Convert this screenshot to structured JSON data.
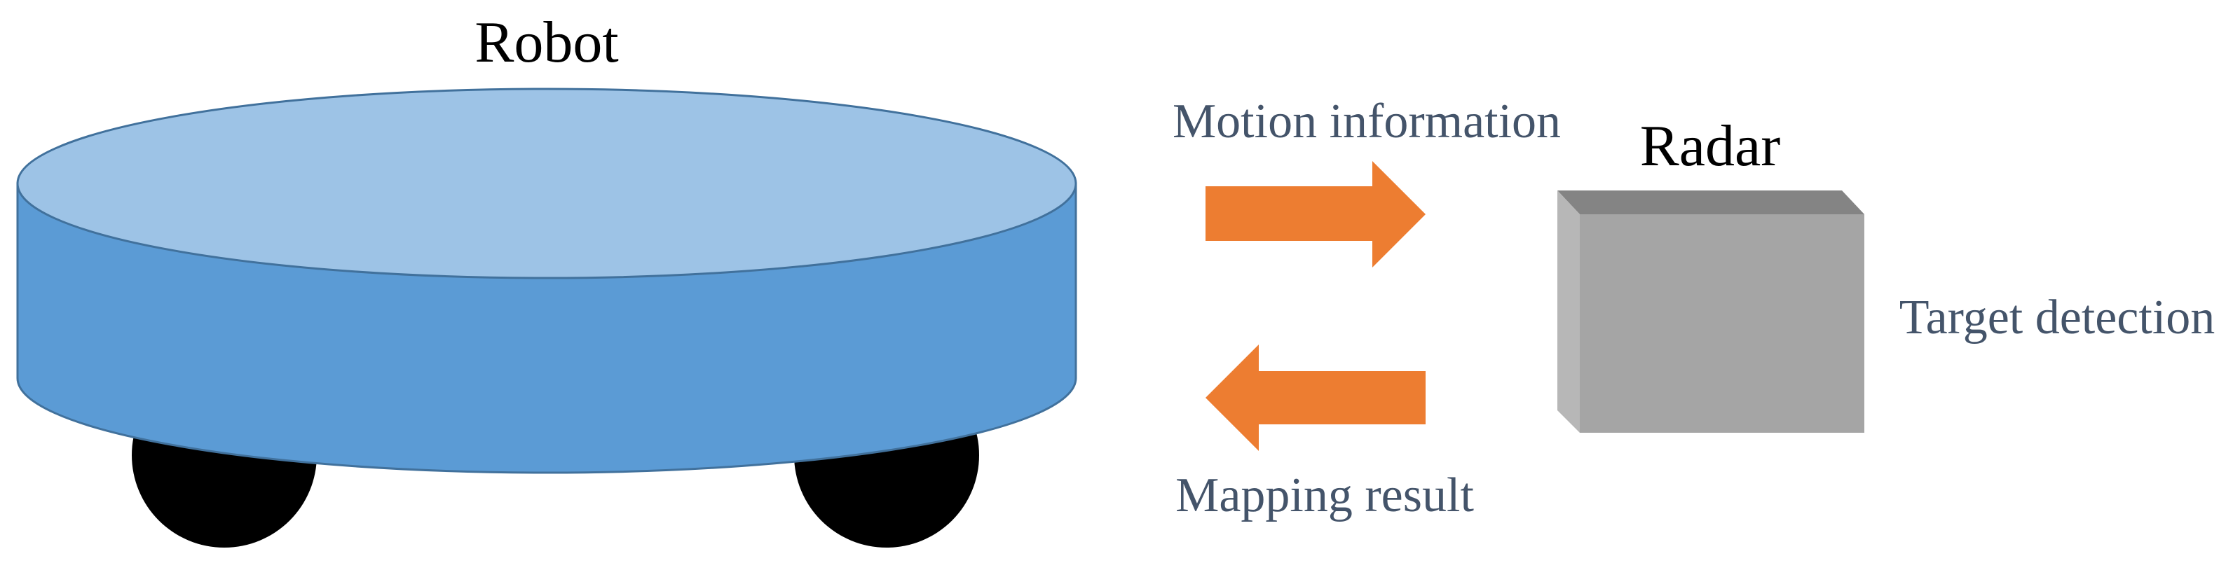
{
  "labels": {
    "robot": "Robot",
    "radar": "Radar",
    "motion": "Motion information",
    "mapping": "Mapping result",
    "target": "Target detection"
  },
  "colors": {
    "robot_top": "#9dc3e6",
    "robot_side": "#5b9bd5",
    "robot_outline": "#41719c",
    "wheel": "#000000",
    "arrow": "#ed7d31",
    "radar_front": "#a5a5a5",
    "radar_top": "#848484",
    "radar_side": "#b7b7b7",
    "title_text": "#000000",
    "flow_text": "#44546a"
  },
  "icons": {
    "robot": "robot-body-icon",
    "radar": "radar-box-icon",
    "motion_arrow": "arrow-right-icon",
    "mapping_arrow": "arrow-left-icon"
  }
}
